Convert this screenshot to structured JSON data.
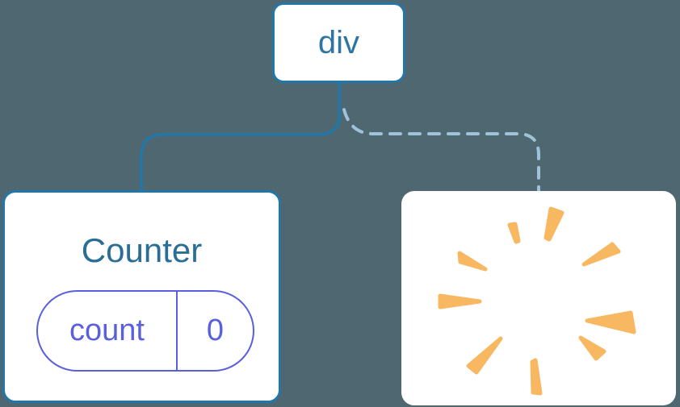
{
  "diagram": {
    "description": "Component tree: div root keeps solid connection to Counter with state, dashed connection to removed component shown as poof starburst",
    "root": {
      "label": "div"
    },
    "children": [
      {
        "name": "counter-component",
        "title": "Counter",
        "connector": "solid",
        "state": {
          "key": "count",
          "value": "0"
        }
      },
      {
        "name": "removed-component",
        "connector": "dashed",
        "icon": "poof-starburst"
      }
    ]
  },
  "colors": {
    "bg": "#4E6771",
    "line-blue": "#2377A8",
    "node-text": "#2F75A3",
    "title-text": "#2B6E95",
    "pill": "#5A5FDB",
    "dash": "#9FC2DA",
    "poof": "#F8B861",
    "card-bg": "#FFFFFF"
  }
}
